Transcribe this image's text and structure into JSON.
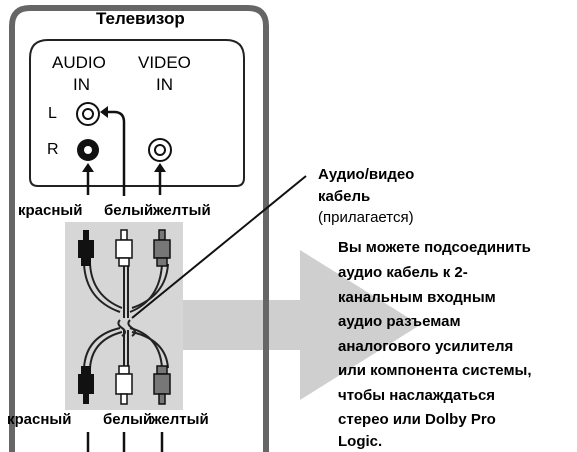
{
  "tv": {
    "title": "Телевизор",
    "audio_label_1": "AUDIO",
    "audio_label_2": "IN",
    "video_label_1": "VIDEO",
    "video_label_2": "IN",
    "left_label": "L",
    "right_label": "R"
  },
  "plug_colors": {
    "top": [
      "красный",
      "белый",
      "желтый"
    ],
    "bottom": [
      "красный",
      "белый",
      "желтый"
    ]
  },
  "cable": {
    "title_1": "Аудио/видео",
    "title_2": "кабель",
    "note": "(прилагается)"
  },
  "info_text": [
    "Вы можете подсоединить",
    "аудио кабель к 2-",
    "канальным входным",
    "аудио разъемам",
    "аналогового усилителя",
    "или компонента системы,",
    "чтобы наслаждаться",
    "стерео или Dolby Pro",
    "Logic."
  ]
}
